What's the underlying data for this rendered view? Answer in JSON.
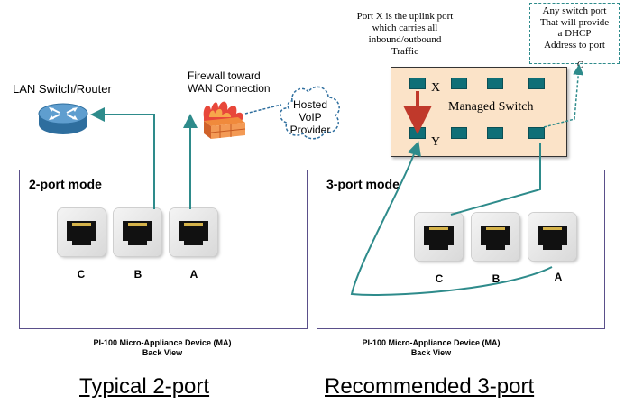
{
  "left": {
    "lan_label": "LAN Switch/Router",
    "firewall_label_line1": "Firewall toward",
    "firewall_label_line2": "WAN Connection",
    "cloud_line1": "Hosted",
    "cloud_line2": "VoIP",
    "cloud_line3": "Provider",
    "panel_title": "2-port mode",
    "ports": [
      "C",
      "B",
      "A"
    ],
    "caption_line1": "PI-100 Micro-Appliance Device (MA)",
    "caption_line2": "Back View",
    "bottom_label": "Typical 2-port"
  },
  "right": {
    "uplink_line1": "Port X is the uplink port",
    "uplink_line2": "which carries all",
    "uplink_line3": "inbound/outbound",
    "uplink_line4": "Traffic",
    "dhcp_line1": "Any switch port",
    "dhcp_line2": "That will provide",
    "dhcp_line3": "a DHCP",
    "dhcp_line4": "Address to port",
    "dhcp_line5": "C",
    "switch_label": "Managed Switch",
    "port_x": "X",
    "port_y": "Y",
    "panel_title": "3-port mode",
    "ports": [
      "C",
      "B",
      "A"
    ],
    "caption_line1": "PI-100 Micro-Appliance Device (MA)",
    "caption_line2": "Back View",
    "bottom_label": "Recommended 3-port"
  },
  "colors": {
    "cable": "#2e8b8b",
    "switch_fill": "#fbe3c8",
    "switch_port": "#0f6f77",
    "arrow": "#c0392b",
    "panel_border": "#5a4f8a"
  },
  "icons": {
    "router": "router-icon",
    "firewall": "firewall-icon",
    "cloud": "cloud-icon",
    "ethernet": "ethernet-port-icon"
  }
}
